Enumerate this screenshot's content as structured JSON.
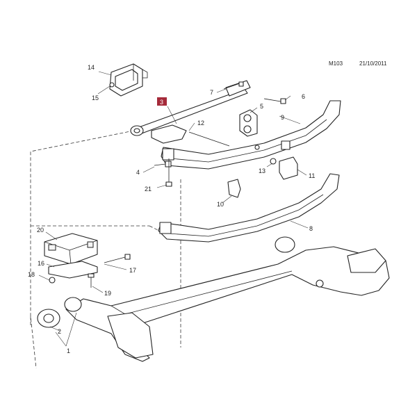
{
  "header": {
    "diagram_code": "M103",
    "date": "21/10/2011"
  },
  "callouts": {
    "c1": "1",
    "c2": "2",
    "c3": "3",
    "c4": "4",
    "c5": "5",
    "c6": "6",
    "c7": "7",
    "c8": "8",
    "c9": "9",
    "c10": "10",
    "c11": "11",
    "c12": "12",
    "c13": "13",
    "c14": "14",
    "c15": "15",
    "c16": "16",
    "c17": "17",
    "c18": "18",
    "c19": "19",
    "c20": "20",
    "c21": "21"
  },
  "colors": {
    "highlight": "#a52a3a",
    "line": "#222222"
  }
}
